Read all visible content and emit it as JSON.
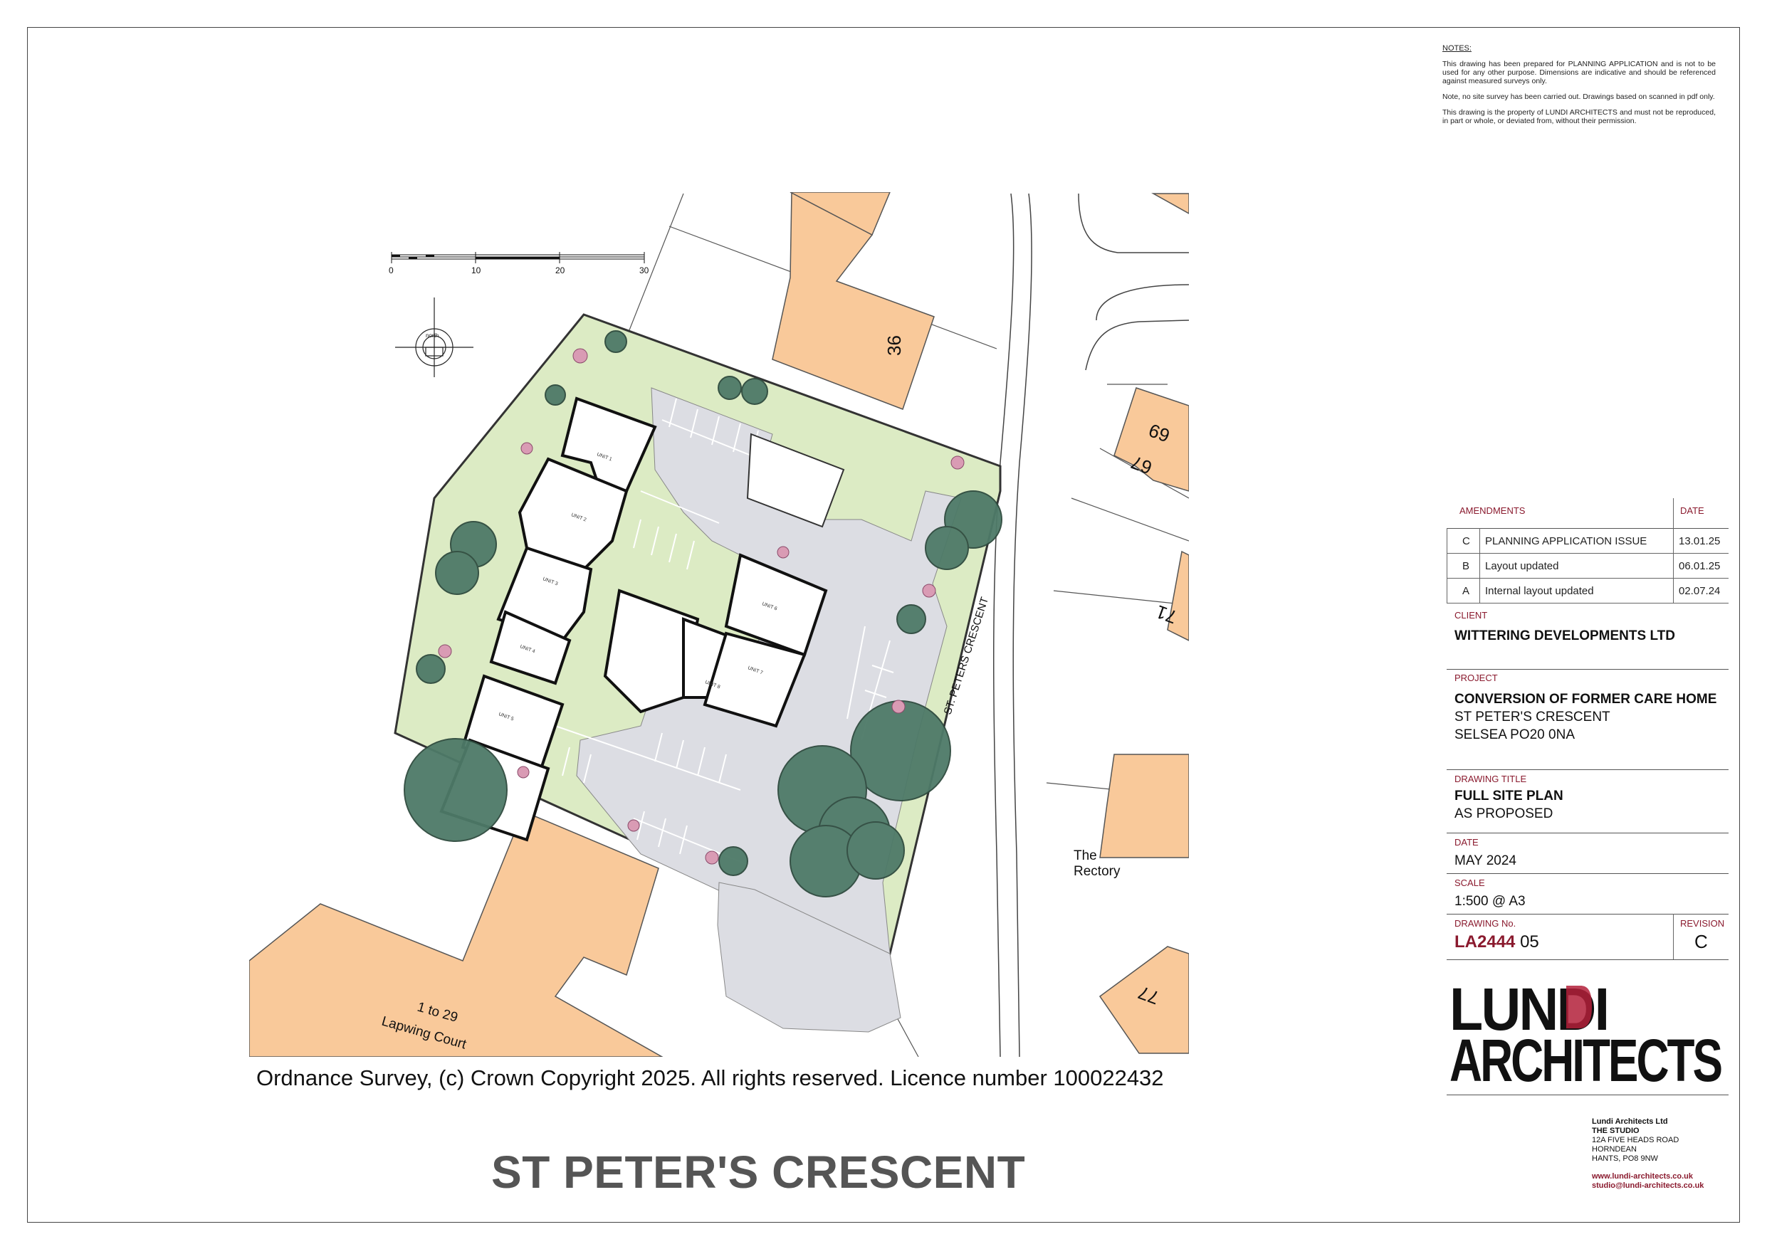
{
  "notes": {
    "heading": "NOTES:",
    "paragraphs": [
      "This drawing has been prepared for PLANNING APPLICATION and is not to be used for any other purpose. Dimensions are indicative and should be referenced against measured surveys only.",
      "Note, no site survey has been carried out.  Drawings based on scanned in pdf only.",
      "This drawing is the property of LUNDI ARCHITECTS and must not be reproduced, in part or whole, or deviated from, without their permission."
    ]
  },
  "scale_bar": {
    "ticks": [
      "0",
      "10",
      "20",
      "30"
    ],
    "north_label": "north"
  },
  "plan": {
    "labels": {
      "house_36": "36",
      "house_67": "67",
      "house_69": "69",
      "house_71": "71",
      "house_77": "77",
      "rectory_1": "The",
      "rectory_2": "Rectory",
      "lapwing_1": "1 to 29",
      "lapwing_2": "Lapwing Court",
      "road": "ST. PETERS CRESCENT"
    },
    "units": [
      "UNIT 1",
      "UNIT 2",
      "UNIT 3",
      "UNIT 4",
      "UNIT 5",
      "UNIT 6",
      "UNIT 7",
      "UNIT 8"
    ]
  },
  "copyright": "Ordnance Survey, (c) Crown Copyright 2025. All rights reserved. Licence number 100022432",
  "big_title": "ST PETER'S CRESCENT",
  "title_block": {
    "amendments_label": "AMENDMENTS",
    "date_label": "DATE",
    "amendments": [
      {
        "rev": "C",
        "desc": "PLANNING APPLICATION ISSUE",
        "date": "13.01.25"
      },
      {
        "rev": "B",
        "desc": "Layout updated",
        "date": "06.01.25"
      },
      {
        "rev": "A",
        "desc": "Internal layout updated",
        "date": "02.07.24"
      }
    ],
    "client_label": "CLIENT",
    "client": "WITTERING DEVELOPMENTS LTD",
    "project_label": "PROJECT",
    "project_line1": "CONVERSION OF FORMER CARE HOME",
    "project_line2": "ST PETER'S CRESCENT",
    "project_line3": "SELSEA PO20 0NA",
    "drawing_title_label": "DRAWING TITLE",
    "drawing_title1": "FULL SITE PLAN",
    "drawing_title2": "AS PROPOSED",
    "date_label2": "DATE",
    "date_value": "MAY 2024",
    "scale_label": "SCALE",
    "scale_value": "1:500 @ A3",
    "drawing_no_label": "DRAWING No.",
    "drawing_no_prefix": "LA2444",
    "drawing_no_suffix": "05",
    "revision_label": "REVISION",
    "revision_value": "C"
  },
  "logo": {
    "line1": "LUNDI",
    "line2": "ARCHITECTS"
  },
  "office": {
    "name": "Lundi Architects Ltd",
    "line1": "THE STUDIO",
    "line2": "12A FIVE HEADS ROAD",
    "line3": "HORNDEAN",
    "line4": "HANTS, PO8 9NW",
    "web": "www.lundi-architects.co.uk",
    "email": "studio@lundi-architects.co.uk"
  },
  "colors": {
    "building": "#f9c99a",
    "grass": "#dcebc4",
    "hardstanding": "#dcdde3",
    "tree": "#4e7a68",
    "accent": "#8a1a2e"
  }
}
